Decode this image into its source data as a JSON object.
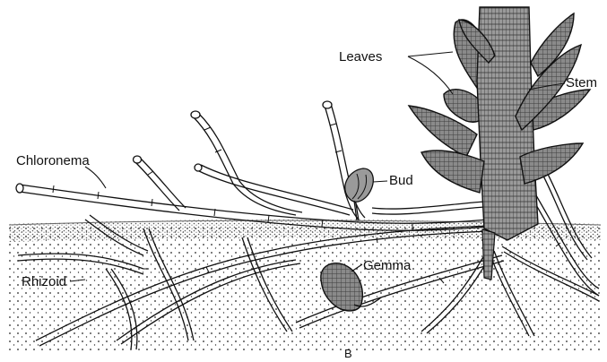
{
  "figure": {
    "panel_letter": "B",
    "labels": {
      "leaves": "Leaves",
      "stem": "Stem",
      "chloronema": "Chloronema",
      "bud": "Bud",
      "gemma": "Gemma",
      "rhizoid": "Rhizoid"
    }
  }
}
